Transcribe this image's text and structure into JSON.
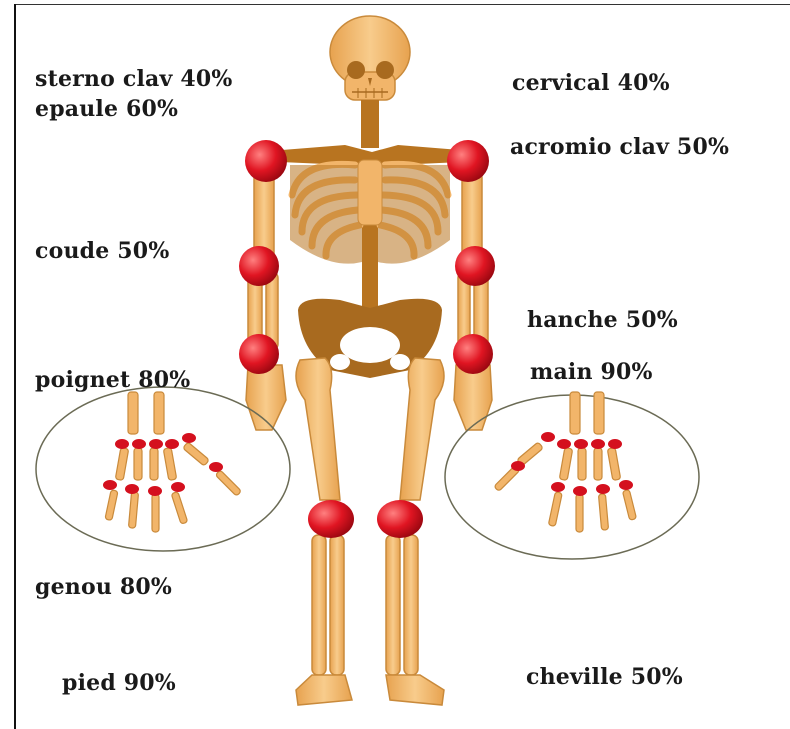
{
  "labels": {
    "sterno_clav": "sterno clav 40%",
    "epaule": "epaule 60%",
    "cervical": "cervical 40%",
    "acromio_clav": "acromio clav 50%",
    "coude": "coude 50%",
    "hanche": "hanche 50%",
    "poignet": "poignet 80%",
    "main": "main 90%",
    "genou": "genou 80%",
    "pied": "pied 90%",
    "cheville": "cheville 50%"
  },
  "colors": {
    "bone": "#f2b56a",
    "bone_dark": "#c98a3b",
    "pelvis": "#a86a1f",
    "joint": "#d4101e",
    "joint_highlight": "#ff7a7a",
    "circle": "#6b6b55"
  }
}
